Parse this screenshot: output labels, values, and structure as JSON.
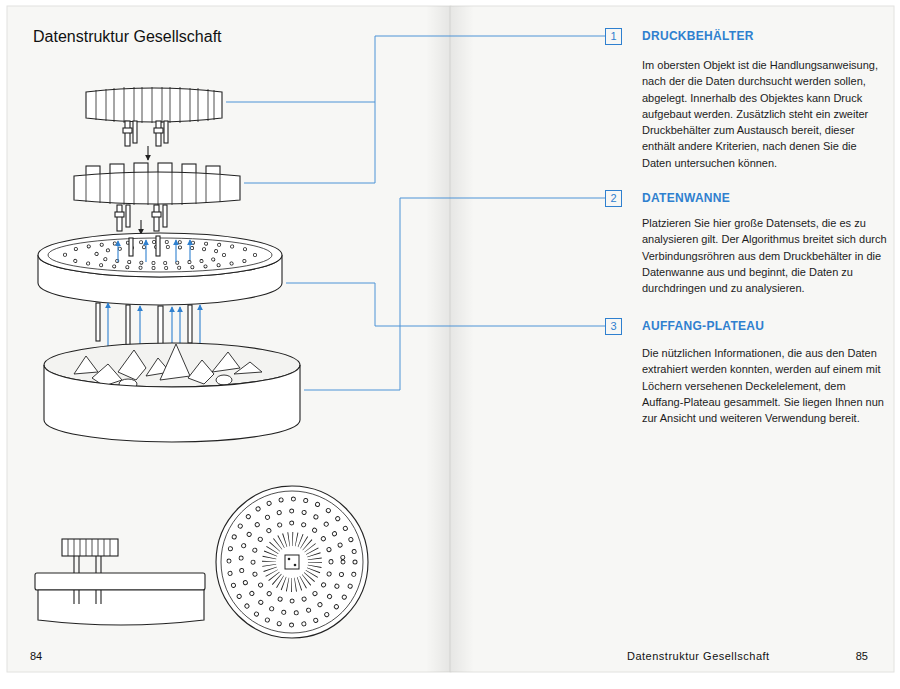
{
  "diagram": {
    "title": "Datenstruktur Gesellschaft",
    "nodes": [
      {
        "text": [
          "1"
        ]
      },
      {
        "text": [
          "2"
        ]
      },
      {
        "text": [
          "3"
        ]
      }
    ],
    "labels": [
      "84",
      "DRUCKBEHÄLTER",
      "Im obersten Objekt ist die Handlungsanweisung, nach der die Daten durchsucht werden sollen, abgelegt. Innerhalb des Objektes kann Druck aufgebaut werden. Zusätzlich steht ein zweiter Druckbehälter zum Austausch bereit, dieser enthält andere Kriterien, nach denen Sie die Daten untersuchen können.",
      "DATENWANNE",
      "Platzieren Sie hier große Datensets, die es zu analysieren gilt. Der Algorithmus breitet sich durch Verbindungsröhren aus dem Druckbehälter in die Datenwanne aus und beginnt, die Daten zu durchdringen und zu analysieren.",
      "AUFFANG-PLATEAU",
      "Die nützlichen Informationen, die aus den Daten extrahiert werden konnten, werden auf einem mit Löchern versehenen Deckelelement, dem Auffang-Plateau gesammelt. Sie liegen Ihnen nun zur Ansicht und weiteren Verwendung bereit.",
      "Datenstruktur Gesellschaft",
      "85"
    ]
  }
}
